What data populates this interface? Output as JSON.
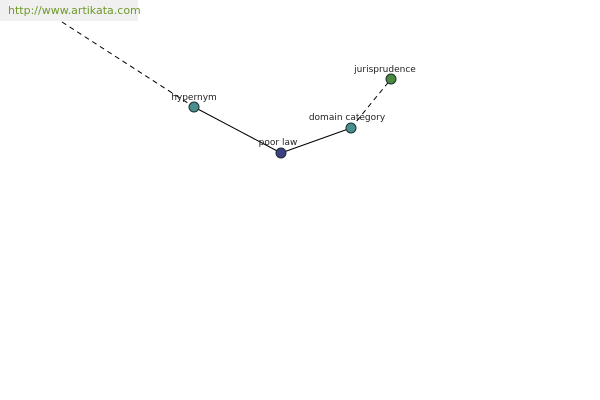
{
  "watermark": {
    "text": "http://www.artikata.com"
  },
  "colors": {
    "node_center": "#3b3f86",
    "node_relation": "#4a8f8f",
    "node_leaf": "#4a8a3e",
    "watermark_text": "#6f9a2a"
  },
  "nodes": {
    "center": {
      "label": "poor law",
      "icon": "node-circle"
    },
    "hypernym": {
      "label": "hypernym",
      "icon": "node-circle"
    },
    "domain": {
      "label": "domain category",
      "icon": "node-circle"
    },
    "leaf": {
      "label": "jurisprudence",
      "icon": "node-circle"
    }
  }
}
